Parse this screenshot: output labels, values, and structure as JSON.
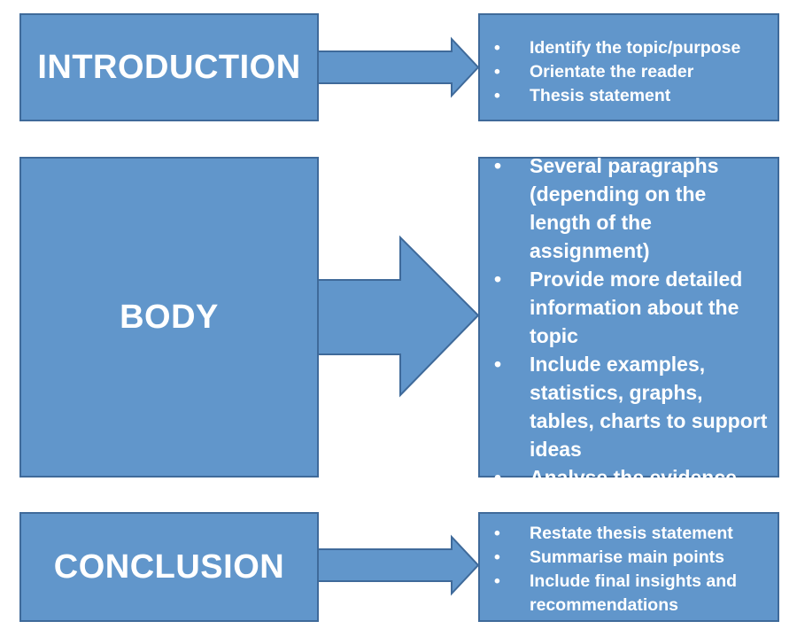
{
  "colors": {
    "box_fill": "#6196cb",
    "box_border": "#3f6a9a",
    "text": "#ffffff"
  },
  "sections": [
    {
      "title": "INTRODUCTION",
      "points": [
        "Identify the topic/purpose",
        "Orientate the reader",
        "Thesis statement"
      ]
    },
    {
      "title": "BODY",
      "points": [
        "Several paragraphs (depending on the length of the assignment)",
        "Provide more detailed information about the topic",
        "Include examples, statistics, graphs, tables, charts to support ideas",
        "Analyse the evidence"
      ]
    },
    {
      "title": "CONCLUSION",
      "points": [
        "Restate thesis statement",
        "Summarise main points",
        "Include final insights and recommendations"
      ]
    }
  ]
}
